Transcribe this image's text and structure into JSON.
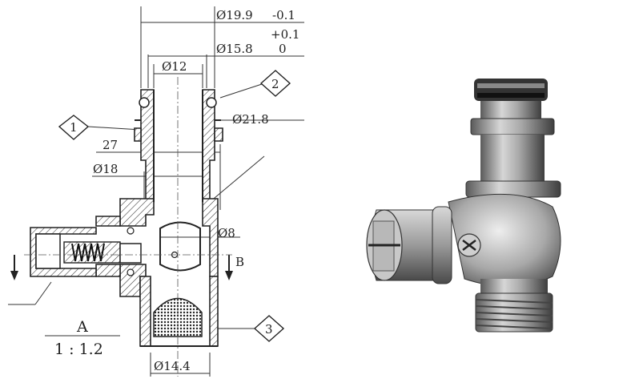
{
  "drawing": {
    "dimensions": {
      "d19_9": "Ø19.9",
      "tol_top": "-0.1",
      "tol_mid": "+0.1",
      "d15_8": "Ø15.8",
      "tol_zero": "0",
      "d12": "Ø12",
      "d21_8": "Ø21.8",
      "d27": "27",
      "d18": "Ø18",
      "d8": "Ø8",
      "d14_4": "Ø14.4"
    },
    "callouts": [
      "1",
      "2",
      "3"
    ],
    "view_label_b": "B",
    "section_label": "A",
    "scale": "1 : 1.2"
  },
  "colors": {
    "line": "#222222",
    "body_light": "#b9b9b9",
    "body_dark": "#4a4a4a",
    "background": "#ffffff"
  }
}
